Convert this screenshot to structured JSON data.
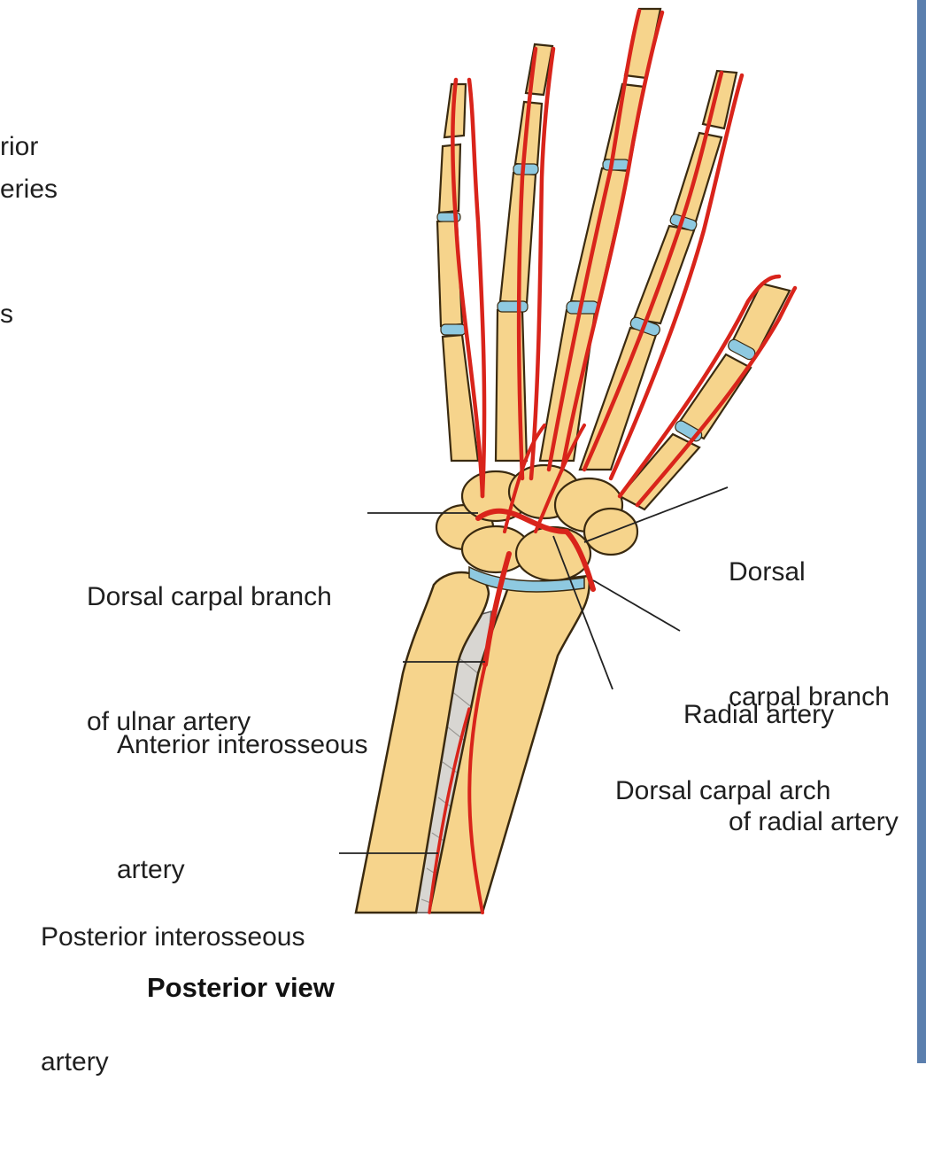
{
  "figure": {
    "caption": "Posterior view",
    "clipped_left_fragments": [
      "rior",
      "eries",
      "s"
    ],
    "labels": [
      {
        "id": "dorsal-carpal-branch-ulnar",
        "lines": [
          "Dorsal carpal branch",
          "of ulnar artery"
        ]
      },
      {
        "id": "dorsal-carpal-branch-radial",
        "lines": [
          "Dorsal",
          "carpal branch",
          "of radial artery"
        ]
      },
      {
        "id": "radial-artery",
        "lines": [
          "Radial artery"
        ]
      },
      {
        "id": "anterior-interosseous",
        "lines": [
          "Anterior interosseous",
          "artery"
        ]
      },
      {
        "id": "dorsal-carpal-arch",
        "lines": [
          "Dorsal carpal arch"
        ]
      },
      {
        "id": "posterior-interosseous",
        "lines": [
          "Posterior interosseous",
          "artery"
        ]
      }
    ]
  },
  "colors": {
    "bone": "#f6d48c",
    "bone_outline": "#3a2a10",
    "cartilage": "#8ec9e0",
    "artery": "#d9241b",
    "artery_dark": "#7a1410",
    "membrane": "#d8d6d2",
    "leader": "#222222",
    "edge": "#5b7fae"
  }
}
